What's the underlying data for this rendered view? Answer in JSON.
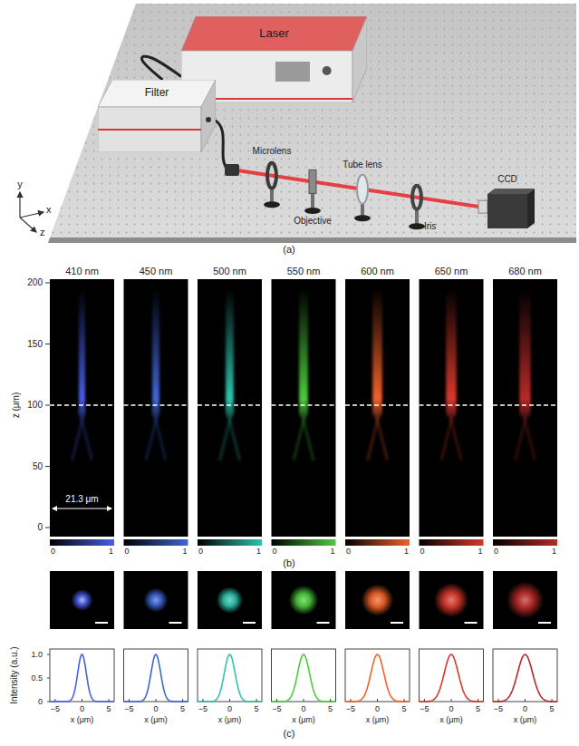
{
  "diagram": {
    "nodes": [
      {
        "text": [
          "Laser"
        ]
      },
      {
        "text": [
          "Filter"
        ]
      }
    ],
    "edges": [
      {
        "from": 0,
        "to": 1,
        "arrow": "none"
      }
    ],
    "labels": [
      "Microlens",
      "Tube lens",
      "Objective",
      "Iris",
      "CCD",
      "y",
      "x",
      "z",
      "(a)",
      "410 nm",
      "450 nm",
      "500 nm",
      "550 nm",
      "600 nm",
      "650 nm",
      "680 nm",
      "z (μm)",
      "200",
      "150",
      "100",
      "50",
      "0",
      "21.3 μm",
      "0",
      "1",
      "0",
      "1",
      "0",
      "1",
      "0",
      "1",
      "0",
      "1",
      "0",
      "1",
      "0",
      "1",
      "(b)",
      "Intensity (a.u.)",
      "1.0",
      "0.5",
      "0",
      "−5",
      "0",
      "5",
      "x (μm)",
      "−5",
      "0",
      "5",
      "x (μm)",
      "−5",
      "0",
      "5",
      "x (μm)",
      "−5",
      "0",
      "5",
      "x (μm)",
      "−5",
      "0",
      "5",
      "x (μm)",
      "−5",
      "0",
      "5",
      "x (μm)",
      "−5",
      "0",
      "5",
      "x (μm)",
      "(c)"
    ]
  }
}
